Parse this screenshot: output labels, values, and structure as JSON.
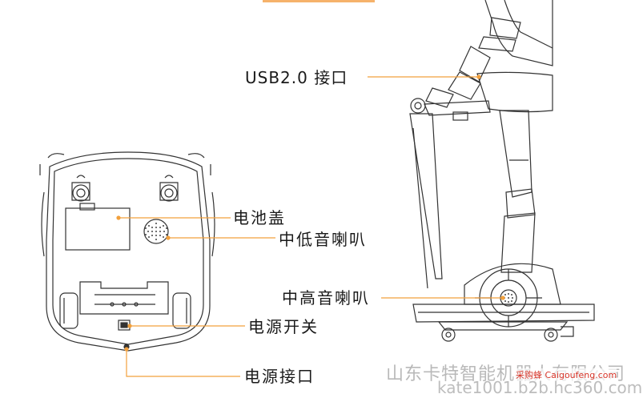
{
  "labels": {
    "usb": "USB2.0 接口",
    "battery_cover": "电池盖",
    "bass_speaker": "中低音喇叭",
    "treble_speaker": "中高音喇叭",
    "power_switch": "电源开关",
    "power_port": "电源接口"
  },
  "watermark": {
    "company": "山东卡特智能机器人有限公司",
    "stamp": "采购蜂 Caigoufeng.com",
    "url": "kate1001.b2b.hc360.com"
  },
  "colors": {
    "leader": "#f2a03c",
    "line": "#333333",
    "accent_bar": "#f6b26b"
  }
}
